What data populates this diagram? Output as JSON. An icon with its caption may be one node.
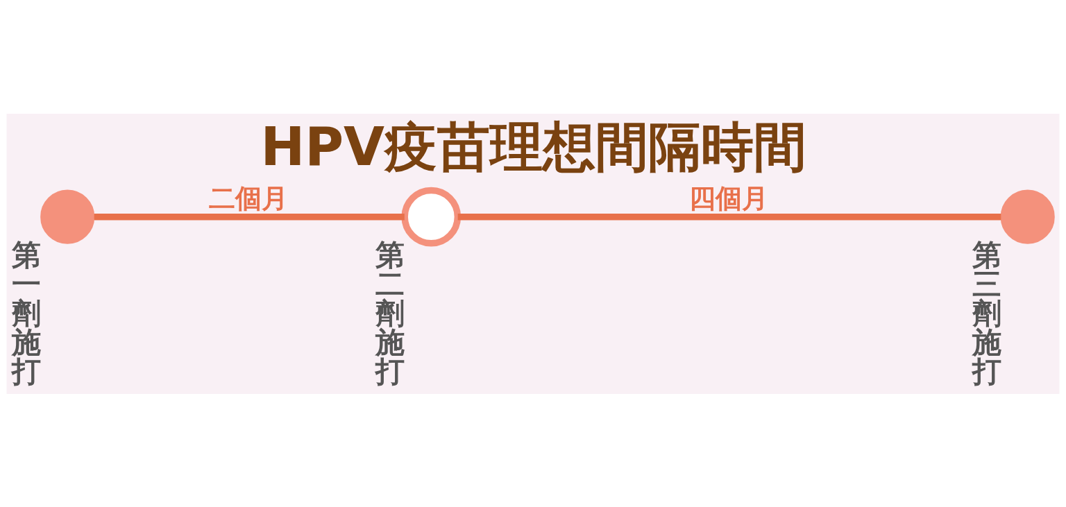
{
  "diagram": {
    "title": "HPV疫苗理想間隔時間",
    "nodes": [
      {
        "text": [],
        "shape": "circle",
        "beside": [
          "第一劑施打"
        ]
      },
      {
        "text": [],
        "shape": "circle",
        "beside": [
          "第二劑施打"
        ]
      },
      {
        "text": [],
        "shape": "circle",
        "beside": [
          "第三劑施打"
        ]
      }
    ],
    "edges": [
      {
        "from": 0,
        "to": 1,
        "arrow": "none",
        "label": "二個月"
      },
      {
        "from": 1,
        "to": 2,
        "arrow": "none",
        "label": "四個月"
      }
    ]
  }
}
